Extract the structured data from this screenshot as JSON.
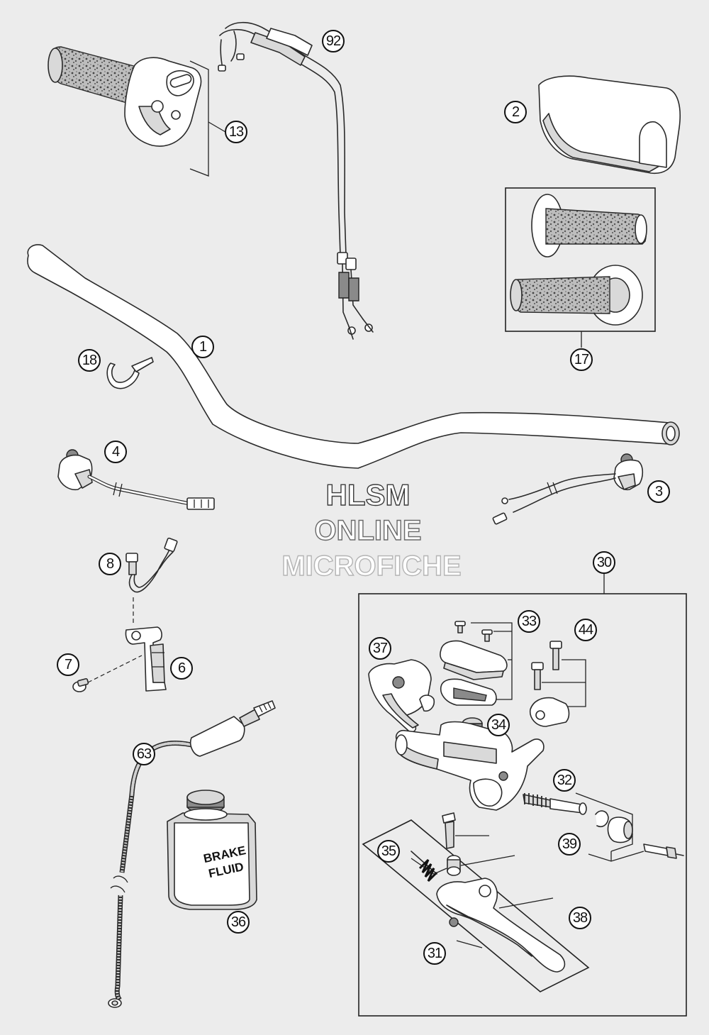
{
  "watermark": {
    "line1": "HLSM",
    "line2": "ONLINE",
    "line3": "MICROFICHE"
  },
  "bottle": {
    "line1": "BRAKE",
    "line2": "FLUID"
  },
  "callouts": {
    "c1": "1",
    "c2": "2",
    "c3": "3",
    "c4": "4",
    "c6": "6",
    "c7": "7",
    "c8": "8",
    "c13": "13",
    "c17": "17",
    "c18": "18",
    "c30": "30",
    "c31": "31",
    "c32": "32",
    "c33": "33",
    "c34": "34",
    "c35": "35",
    "c36": "36",
    "c37": "37",
    "c38": "38",
    "c39": "39",
    "c44": "44",
    "c63": "63",
    "c92": "92"
  },
  "colors": {
    "background": "#ececec",
    "line": "#2a2a2a",
    "watermark_stroke": "#555555"
  }
}
